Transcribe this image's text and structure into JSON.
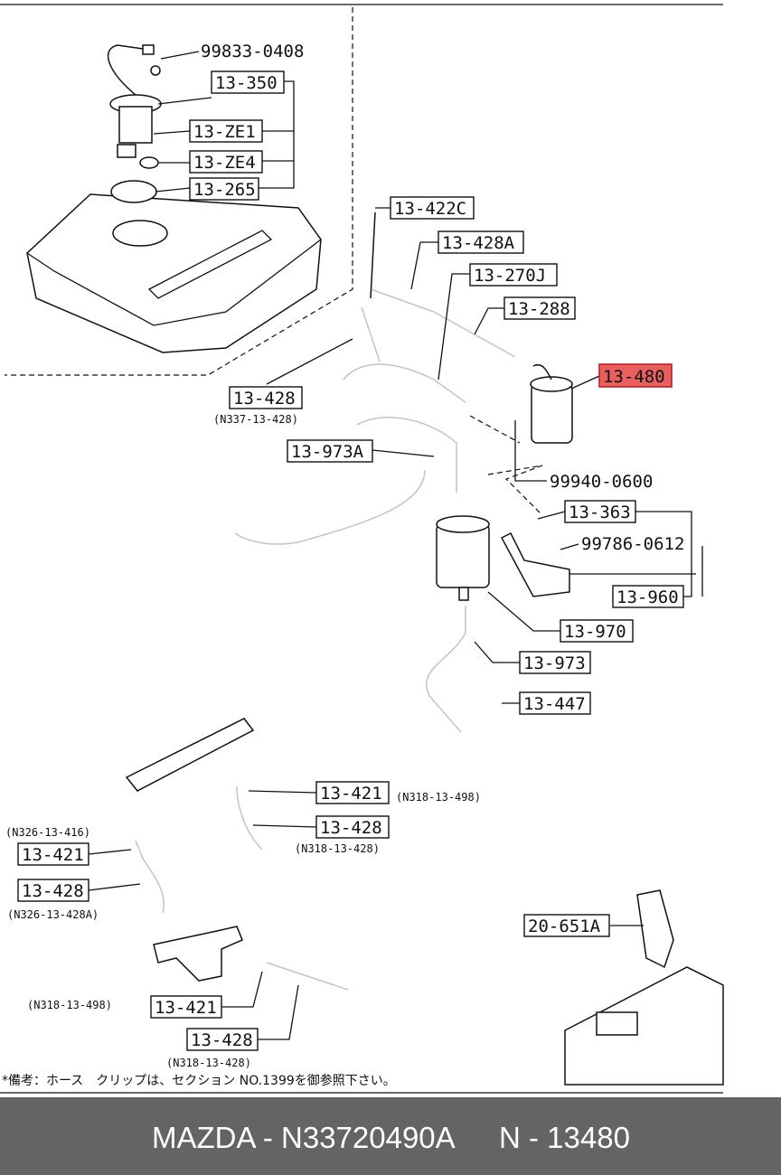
{
  "labels": {
    "p99833": "99833-0408",
    "p13350": "13-350",
    "p13ze1": "13-ZE1",
    "p13ze4": "13-ZE4",
    "p13265": "13-265",
    "p13422c": "13-422C",
    "p13428a": "13-428A",
    "p13270j": "13-270J",
    "p13288": "13-288",
    "p13480": "13-480",
    "p13428_top": "13-428",
    "p13428_top_sub": "(N337-13-428)",
    "p13973a": "13-973A",
    "p99940": "99940-0600",
    "p13363": "13-363",
    "p99786": "99786-0612",
    "p13960": "13-960",
    "p13970": "13-970",
    "p13973": "13-973",
    "p13447": "13-447",
    "p13421_mid": "13-421",
    "p13421_mid_sub": "(N318-13-498)",
    "p13428_mid": "13-428",
    "p13428_mid_sub": "(N318-13-428)",
    "p13421_left_sub": "(N326-13-416)",
    "p13421_left": "13-421",
    "p13428_left": "13-428",
    "p13428_left_sub": "(N326-13-428A)",
    "p13421_bot_sub": "(N318-13-498)",
    "p13421_bot": "13-421",
    "p13428_bot": "13-428",
    "p13428_bot_sub": "(N318-13-428)",
    "p20651a": "20-651A"
  },
  "note": "*備考：ホース　クリップは、セクション NO.1399を御参照下さい。",
  "footer": {
    "brand_part": "MAZDA - N33720490A",
    "ref": "N - 13480"
  },
  "colors": {
    "highlight": "#e8605e",
    "footer_bg": "#646464"
  }
}
